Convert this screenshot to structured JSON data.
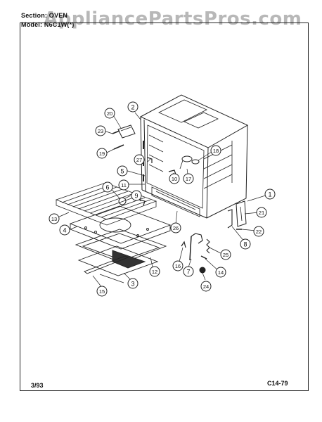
{
  "header": {
    "section_line": "Section: OVEN",
    "model_line": "Model: N6C1W(*)"
  },
  "watermark": "AppliancePartsPros.com",
  "footer": {
    "date": "3/93",
    "code": "C14-79"
  },
  "callouts": [
    "1",
    "2",
    "3",
    "4",
    "5",
    "6",
    "7",
    "8",
    "9",
    "10",
    "11",
    "12",
    "13",
    "14",
    "15",
    "16",
    "17",
    "18",
    "19",
    "20",
    "21",
    "22",
    "23",
    "24",
    "25",
    "26",
    "27"
  ]
}
